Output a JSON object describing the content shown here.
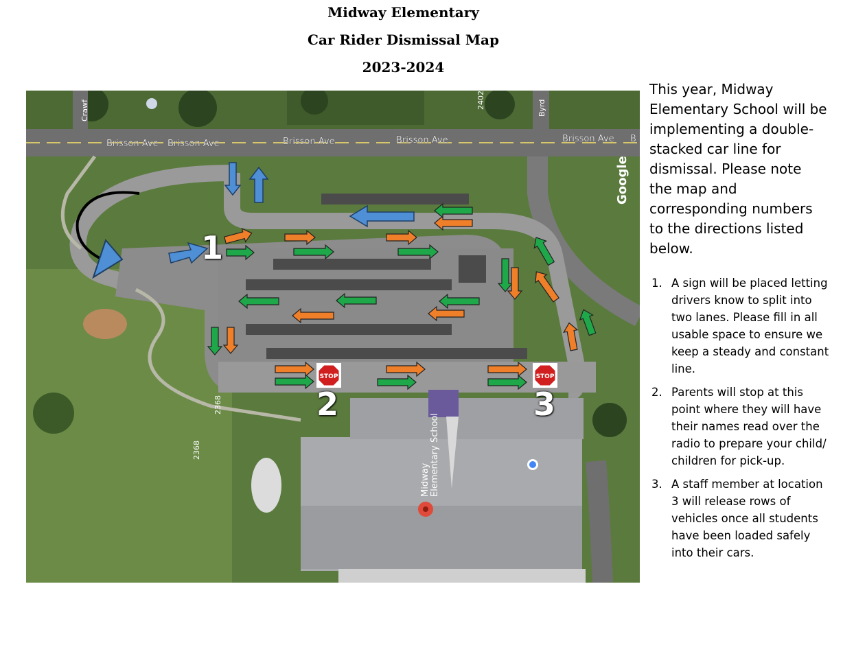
{
  "header": {
    "line1": "Midway Elementary",
    "line2": "Car Rider Dismissal Map",
    "line3": "2023-2024"
  },
  "map": {
    "road_labels": [
      "Brisson Ave",
      "Brisson Ave",
      "Brisson Ave",
      "Brisson Ave",
      "Brisson Ave",
      "B"
    ],
    "side_street_labels": [
      "Crawf",
      "Byrd",
      "2402",
      "2368",
      "2368"
    ],
    "building_label_line1": "Midway",
    "building_label_line2": "Elementary School",
    "watermark": "Google",
    "markers": [
      "1",
      "2",
      "3"
    ],
    "stop_sign_text": "STOP",
    "colors": {
      "lane_orange": "#f07f2a",
      "lane_green": "#1ea84a",
      "flow_blue": "#4f8fd6"
    }
  },
  "intro": "This year, Midway Elementary School will be implementing a double-stacked car line for dismissal. Please note the map and corresponding numbers to the directions listed below.",
  "steps": [
    {
      "number": "1.",
      "text": "A sign will be placed letting drivers know to split into two lanes. Please fill in all usable space to ensure we keep a steady and constant line."
    },
    {
      "number": "2.",
      "text": "Parents will stop at this point where they will have their names read over the radio to prepare your child/ children for pick-up."
    },
    {
      "number": "3.",
      "text": "A staff member at location 3 will release rows of vehicles once all students have been loaded safely into their cars."
    }
  ]
}
